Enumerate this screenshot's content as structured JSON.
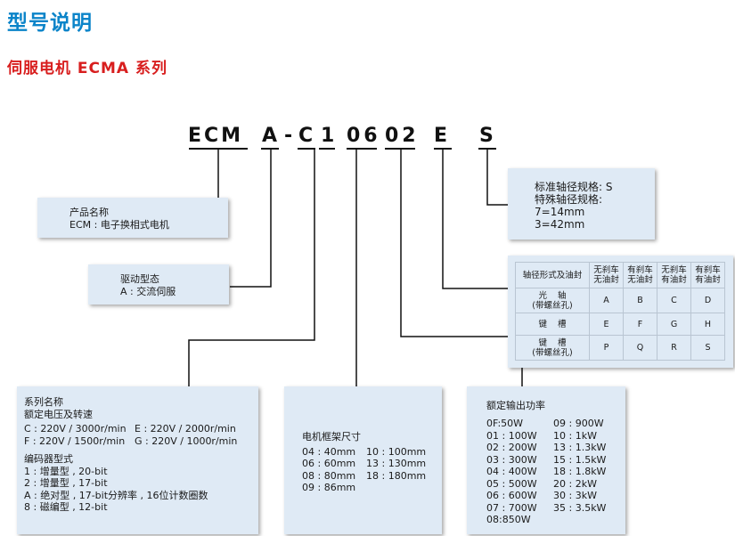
{
  "page": {
    "title": "型号说明",
    "subtitle": "伺服电机 ECMA 系列"
  },
  "model_code": [
    "ECM",
    "A",
    "-",
    "C",
    "1",
    "06",
    "02",
    "E",
    "S"
  ],
  "product_box": {
    "label": "产品名称",
    "value": "ECM : 电子换相式电机"
  },
  "drive_box": {
    "label": "驱动型态",
    "value": "A : 交流伺服"
  },
  "series_box": {
    "label": "系列名称",
    "voltage_label": "额定电压及转速",
    "voltages": [
      "C : 220V / 3000r/min",
      "E : 220V / 2000r/min",
      "F : 220V / 1500r/min",
      "G : 220V / 1000r/min"
    ],
    "encoder_label": "编码器型式",
    "encoders": [
      "1 : 增量型 , 20-bit",
      "2 : 增量型 , 17-bit",
      "A : 绝对型 , 17-bit分辨率 , 16位计数圈数",
      "8 : 磁编型 , 12-bit"
    ]
  },
  "frame_box": {
    "label": "电机框架尺寸",
    "sizes": [
      "04 : 40mm",
      "10 : 100mm",
      "06 : 60mm",
      "13 : 130mm",
      "08 : 80mm",
      "18 : 180mm",
      "09 : 86mm"
    ]
  },
  "power_box": {
    "label": "额定输出功率",
    "left": [
      "0F:50W",
      "01 : 100W",
      "02 : 200W",
      "03 : 300W",
      "04 : 400W",
      "05 : 500W",
      "06 : 600W",
      "07 : 700W",
      "08:850W"
    ],
    "right": [
      "09 : 900W",
      "10 : 1kW",
      "13 : 1.3kW",
      "15 : 1.5kW",
      "18 : 1.8kW",
      "20 : 2kW",
      "30 : 3kW",
      "35 : 3.5kW"
    ]
  },
  "shaft_box": {
    "lines": [
      "标准轴径规格: S",
      "特殊轴径规格:",
      "7=14mm",
      "3=42mm"
    ]
  },
  "seal_table": {
    "header": [
      "轴径形式及油封",
      "无刹车\n无油封",
      "有刹车\n无油封",
      "无刹车\n有油封",
      "有刹车\n有油封"
    ],
    "rows": [
      {
        "name": "光    轴\n(带螺丝孔)",
        "cells": [
          "A",
          "B",
          "C",
          "D"
        ]
      },
      {
        "name": "键    槽",
        "cells": [
          "E",
          "F",
          "G",
          "H"
        ]
      },
      {
        "name": "键    槽\n(带螺丝孔)",
        "cells": [
          "P",
          "Q",
          "R",
          "S"
        ]
      }
    ]
  }
}
